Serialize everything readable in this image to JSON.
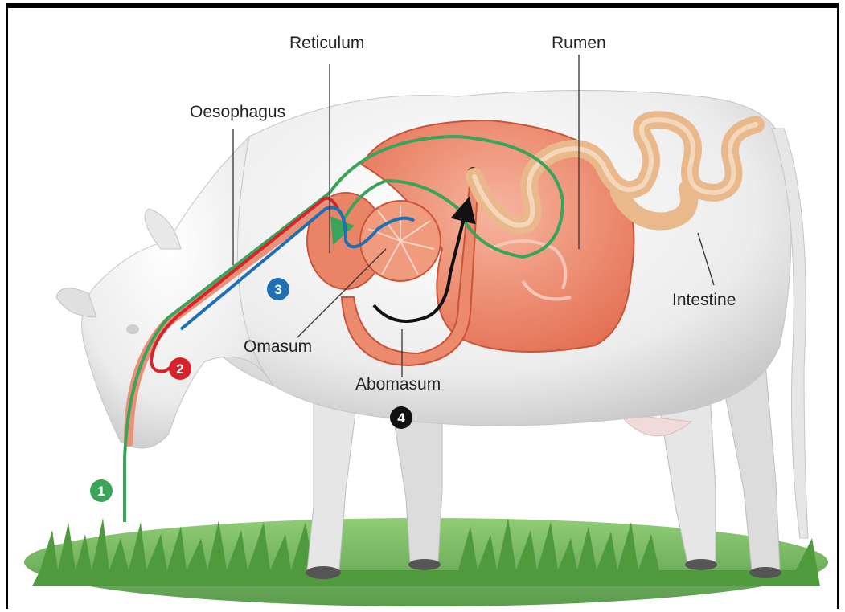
{
  "labels": {
    "reticulum": "Reticulum",
    "rumen": "Rumen",
    "oesophagus": "Oesophagus",
    "omasum": "Omasum",
    "abomasum": "Abomasum",
    "intestine": "Intestine"
  },
  "steps": [
    {
      "number": "1",
      "color": "#3aa55a"
    },
    {
      "number": "2",
      "color": "#d8232a"
    },
    {
      "number": "3",
      "color": "#1f6fb5"
    },
    {
      "number": "4",
      "color": "#111111"
    }
  ],
  "colors": {
    "swallow_path": "#3aa55a",
    "regurgitation_path": "#d8232a",
    "reswallow_path": "#1f6fb5",
    "digestion_path": "#111111",
    "stomach": "#ec8a6e",
    "intestine": "#f1c9a2",
    "grass": "#4f9a3c"
  }
}
